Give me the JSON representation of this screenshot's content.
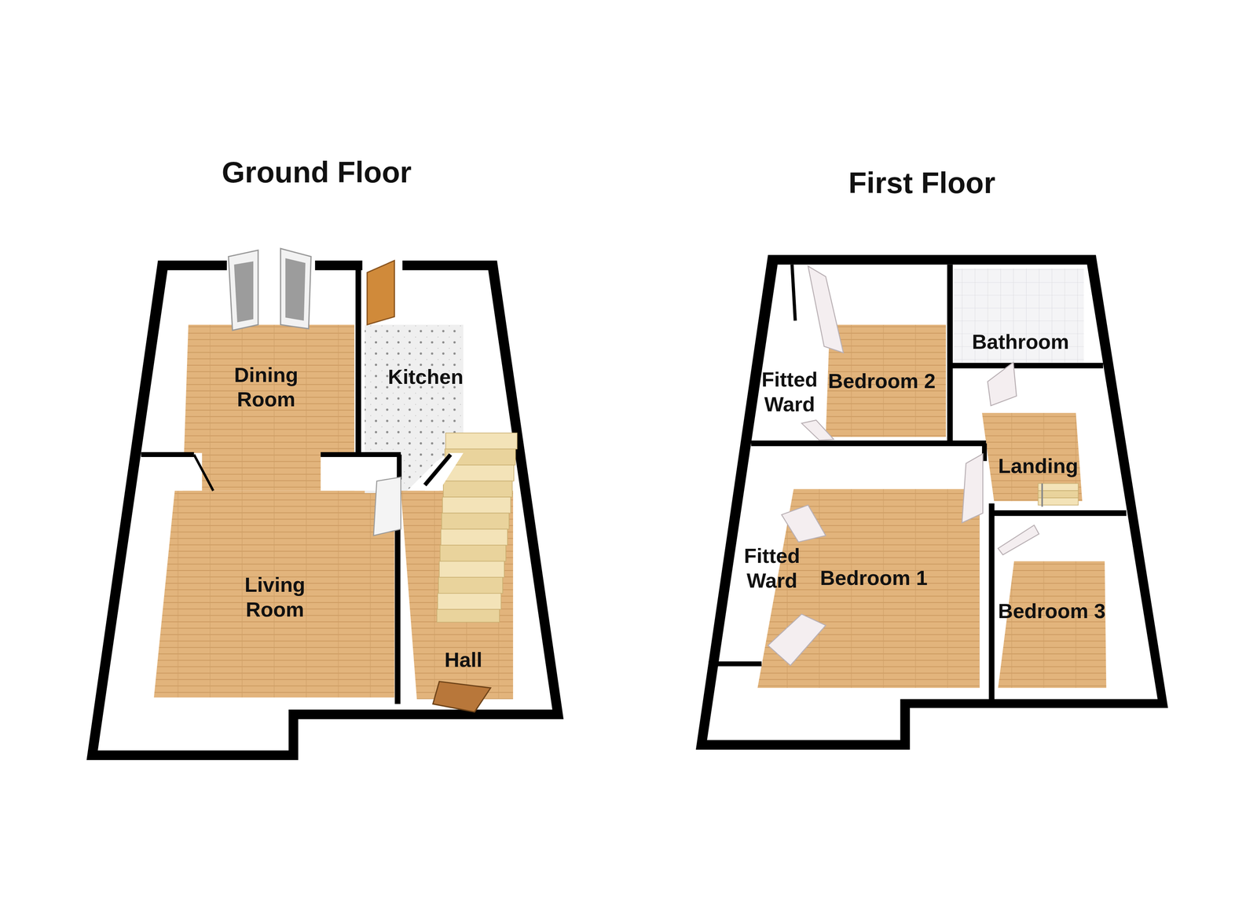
{
  "diagram": {
    "nodes": [
      {
        "text": [
          "Ground Floor"
        ]
      },
      {
        "text": [
          "Dining Room"
        ],
        "in": 0
      },
      {
        "text": [
          "Kitchen"
        ],
        "in": 0
      },
      {
        "text": [
          "Living Room"
        ],
        "in": 0
      },
      {
        "text": [
          "Hall"
        ],
        "in": 0
      },
      {
        "text": [
          "First Floor"
        ]
      },
      {
        "text": [
          "Fitted Ward"
        ],
        "in": 5
      },
      {
        "text": [
          "Bedroom 2"
        ],
        "in": 5
      },
      {
        "text": [
          "Bathroom"
        ],
        "in": 5
      },
      {
        "text": [
          "Landing"
        ],
        "in": 5
      },
      {
        "text": [
          "Fitted Ward"
        ],
        "in": 5
      },
      {
        "text": [
          "Bedroom 1"
        ],
        "in": 5
      },
      {
        "text": [
          "Bedroom 3"
        ],
        "in": 5
      }
    ]
  }
}
